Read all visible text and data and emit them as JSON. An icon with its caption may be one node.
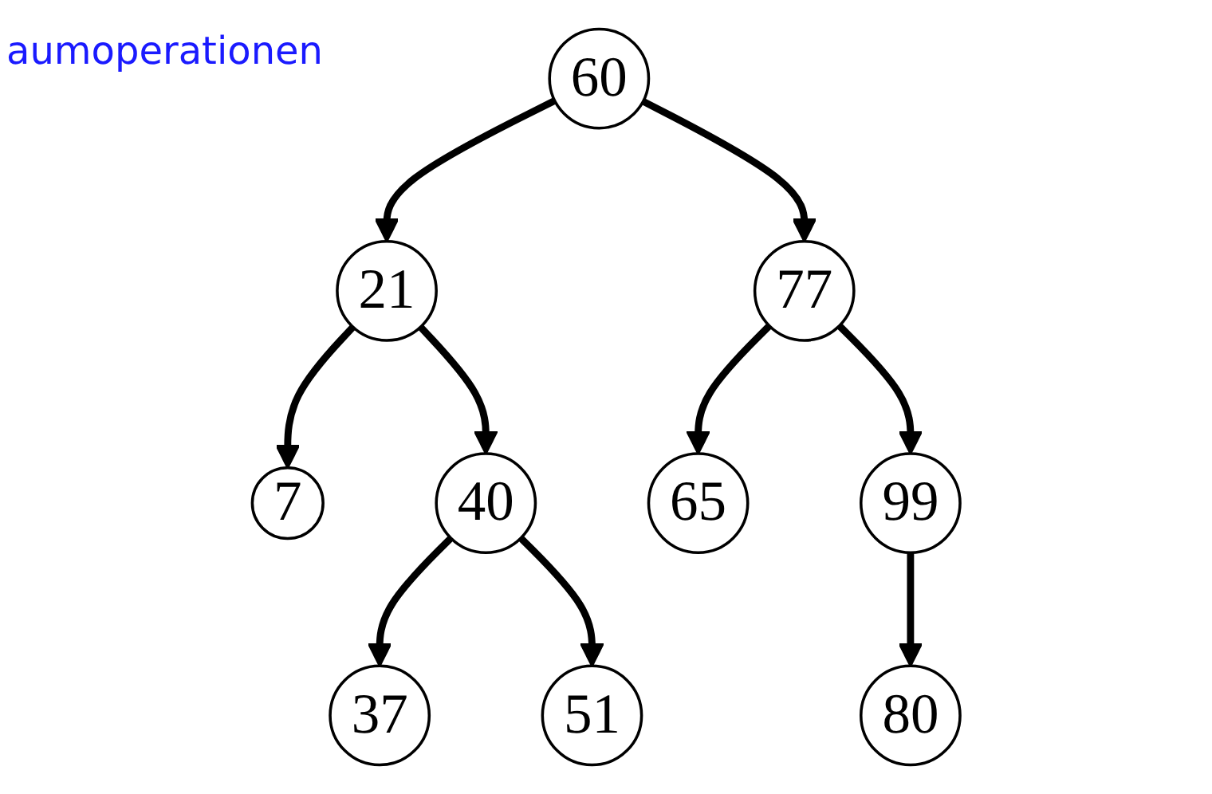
{
  "diagram": {
    "title": "aumoperationen",
    "nodes": [
      {
        "text": [
          "60"
        ]
      },
      {
        "text": [
          "21"
        ]
      },
      {
        "text": [
          "77"
        ]
      },
      {
        "text": [
          "7"
        ]
      },
      {
        "text": [
          "40"
        ]
      },
      {
        "text": [
          "65"
        ]
      },
      {
        "text": [
          "99"
        ]
      },
      {
        "text": [
          "37"
        ]
      },
      {
        "text": [
          "51"
        ]
      },
      {
        "text": [
          "80"
        ]
      }
    ],
    "edges": [
      {
        "from": 0,
        "to": 1,
        "arrow": "to"
      },
      {
        "from": 0,
        "to": 2,
        "arrow": "to"
      },
      {
        "from": 1,
        "to": 3,
        "arrow": "to"
      },
      {
        "from": 1,
        "to": 4,
        "arrow": "to"
      },
      {
        "from": 2,
        "to": 5,
        "arrow": "to"
      },
      {
        "from": 2,
        "to": 6,
        "arrow": "to"
      },
      {
        "from": 4,
        "to": 7,
        "arrow": "to"
      },
      {
        "from": 4,
        "to": 8,
        "arrow": "to"
      },
      {
        "from": 6,
        "to": 9,
        "arrow": "to"
      }
    ]
  }
}
